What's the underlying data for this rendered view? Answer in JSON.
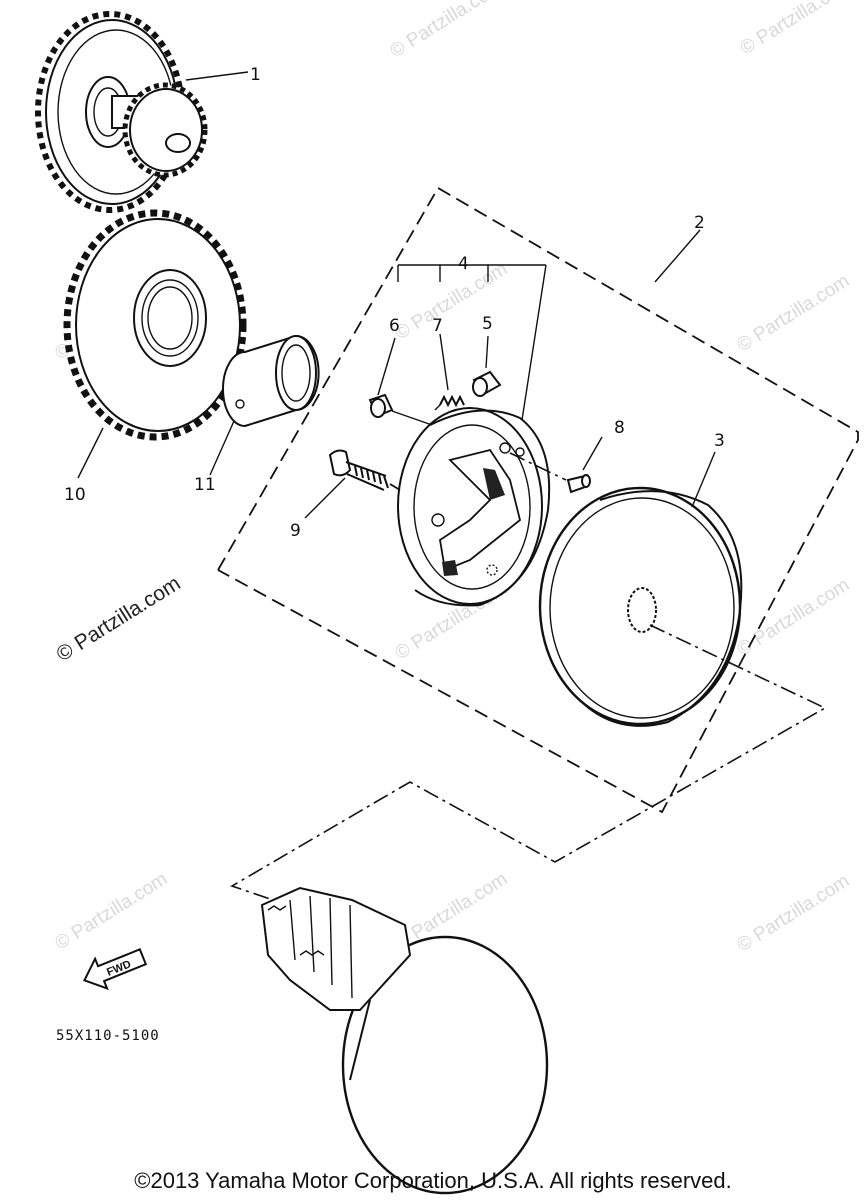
{
  "callouts": {
    "c1": "1",
    "c2": "2",
    "c3": "3",
    "c4": "4",
    "c5": "5",
    "c6": "6",
    "c7": "7",
    "c8": "8",
    "c9": "9",
    "c10": "10",
    "c11": "11"
  },
  "watermark": "© Partzilla.com",
  "fwd_label": "FWD",
  "part_code": "55X110-5100",
  "copyright": "©2013 Yamaha Motor Corporation, U.S.A. All rights reserved."
}
